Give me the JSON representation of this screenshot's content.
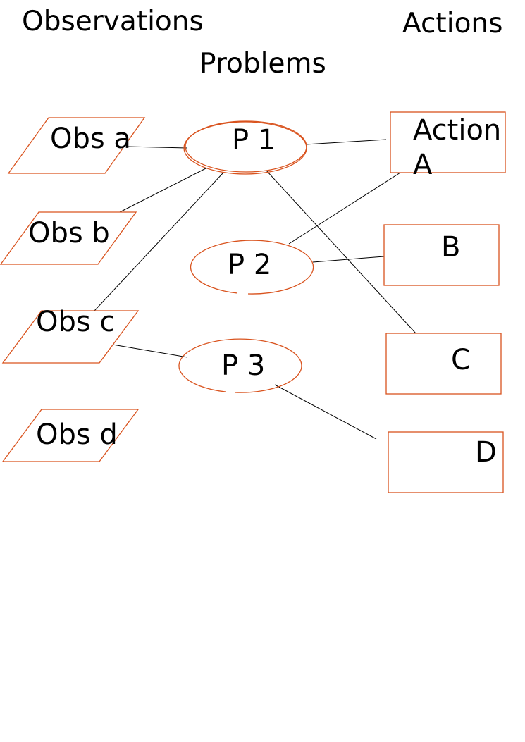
{
  "headers": {
    "observations": "Observations",
    "problems": "Problems",
    "actions": "Actions"
  },
  "observations": [
    {
      "id": "a",
      "label": "Obs a"
    },
    {
      "id": "b",
      "label": "Obs b"
    },
    {
      "id": "c",
      "label": "Obs c"
    },
    {
      "id": "d",
      "label": "Obs d"
    }
  ],
  "problems": [
    {
      "id": "1",
      "label": "P 1"
    },
    {
      "id": "2",
      "label": "P 2"
    },
    {
      "id": "3",
      "label": "P 3"
    }
  ],
  "actions": [
    {
      "id": "A",
      "label_line1": "Action",
      "label_line2": "A"
    },
    {
      "id": "B",
      "label": "B"
    },
    {
      "id": "C",
      "label": "C"
    },
    {
      "id": "D",
      "label": "D"
    }
  ],
  "connections": [
    {
      "from": "obs-a",
      "to": "p1"
    },
    {
      "from": "obs-b",
      "to": "p1"
    },
    {
      "from": "obs-c",
      "to": "p1"
    },
    {
      "from": "obs-c",
      "to": "p3"
    },
    {
      "from": "p1",
      "to": "action-a"
    },
    {
      "from": "p1",
      "to": "action-c"
    },
    {
      "from": "p2",
      "to": "action-a"
    },
    {
      "from": "p2",
      "to": "action-b"
    },
    {
      "from": "p3",
      "to": "action-d"
    }
  ],
  "colors": {
    "shape_stroke": "#d9531e",
    "connector": "#000000",
    "text": "#000000"
  }
}
